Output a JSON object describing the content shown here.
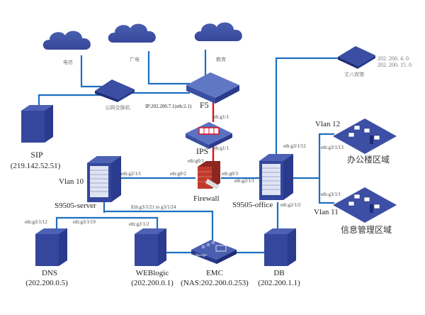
{
  "colors": {
    "link": "#1f6fc0",
    "secure_link": "#e01020",
    "device": "#2e3f8f",
    "firewall": "#b8322a"
  },
  "clouds": [
    {
      "label": "电信"
    },
    {
      "label": "广电"
    },
    {
      "label": "教育"
    }
  ],
  "public_switch": {
    "label": "公网交换机"
  },
  "f5": {
    "label": "F5",
    "ip": "IP:202.200.7.1(eth:2.1)",
    "port_down": "eth:g1/1"
  },
  "ips": {
    "label": "IPS",
    "port_up": "eth:g1/1",
    "port_down": "eth:g1/1"
  },
  "firewall": {
    "label": "Firewall",
    "port_top": "eth:g0/1",
    "port_left": "eth:g0/2",
    "port_right": "eth:g0/3"
  },
  "sip": {
    "label": "SIP",
    "ip": "(219.142.52.51)"
  },
  "server_switch": {
    "label": "S9505-server",
    "vlan": "Vlan 10",
    "port_right": "eth:g2/1/1",
    "trunk": "Eth:g3/1/21 to g3/1/24",
    "port_dns": "eth:g3/1/12",
    "port_19": "eth:g3/1/19",
    "port_web": "eth:g2/1/2"
  },
  "office_switch": {
    "label": "S9505-office",
    "port_left": "eth:g2/1/1",
    "port_up": "eth:g3/1/12",
    "port_down": "eth:g2/1/2"
  },
  "branch": {
    "label": "丈八宾馆",
    "net1": "202. 200. 4. 0",
    "net2": "202. 200. 15. 0"
  },
  "zones": [
    {
      "vlan": "Vlan 12",
      "port": "eth:g3/1/13",
      "label": "办公楼区域"
    },
    {
      "vlan": "Vlan 11",
      "port": "eth:g3/1/1",
      "label": "信息管理区域"
    }
  ],
  "servers": [
    {
      "name": "DNS",
      "ip": "(202.200.0.5)"
    },
    {
      "name": "WEBlogic",
      "ip": "(202.200.0.1)"
    },
    {
      "name": "EMC",
      "ip": "(NAS:202.200.0.253)",
      "badge": "Storage"
    },
    {
      "name": "DB",
      "ip": "(202.200.1.1)"
    }
  ]
}
